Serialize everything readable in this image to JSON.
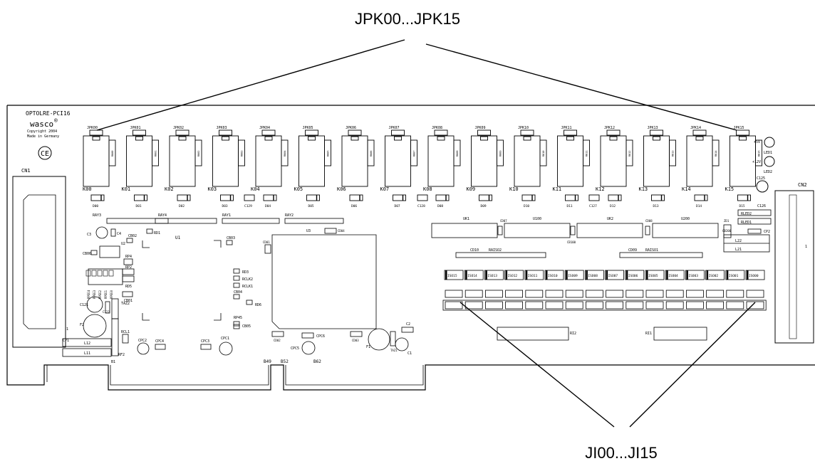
{
  "callouts": {
    "top": "JPK00...JPK15",
    "bottom": "JI00...JI15"
  },
  "board": {
    "name": "OPTOLRE-PCI16",
    "logo": "wasco",
    "copyright": "Copyright 2004",
    "made_in": "Made in Germany",
    "ce_mark": "CE"
  },
  "connectors": {
    "cn1": "CN1",
    "cn2": "CN2",
    "pin1": "1"
  },
  "channels": {
    "jumpers": [
      "JPK00",
      "JPK01",
      "JPK02",
      "JPK03",
      "JPK04",
      "JPK05",
      "JPK06",
      "JPK07",
      "JPK08",
      "JPK09",
      "JPK10",
      "JPK11",
      "JPK12",
      "JPK13",
      "JPK14",
      "JPK15"
    ],
    "relays": [
      "K00",
      "K01",
      "K02",
      "K03",
      "K04",
      "K05",
      "K06",
      "K07",
      "K08",
      "K09",
      "K10",
      "K11",
      "K12",
      "K13",
      "K14",
      "K15"
    ],
    "diodes": [
      "D00",
      "D01",
      "D02",
      "D03",
      "D04",
      "D05",
      "D06",
      "D07",
      "D08",
      "D09",
      "D10",
      "D11",
      "D12",
      "D13",
      "D14",
      "D15"
    ],
    "side_labels": [
      "RK00",
      "RK01",
      "RK02",
      "RK03",
      "RK04",
      "RK05",
      "RK06",
      "RK07",
      "RK08",
      "RK09",
      "RK10",
      "RK11",
      "RK12",
      "RK13",
      "RK14",
      "RK15"
    ],
    "isolators": [
      "ISO15",
      "ISO14",
      "ISO13",
      "ISO12",
      "ISO11",
      "ISO10",
      "ISO09",
      "ISO08",
      "ISO07",
      "ISO06",
      "ISO05",
      "ISO04",
      "ISO03",
      "ISO02",
      "ISO01",
      "ISO00"
    ]
  },
  "leds": {
    "plus5": "+5V",
    "led1": "LED1",
    "plus12": "+12V",
    "led2": "LED2"
  },
  "parts": {
    "c125": "C125",
    "c126": "C126",
    "c129": "C129",
    "c128": "C128",
    "c127": "C127",
    "ray3": "RAY3",
    "ray4": "RAY4",
    "ray1": "RAY1",
    "ray2": "RAY2",
    "uk1": "UK1",
    "u100": "U100",
    "uk2": "UK2",
    "u200": "U200",
    "cd07": "CD07",
    "cd08": "CD08",
    "cb100": "CB100",
    "zd1": "ZD1",
    "cb200": "CB200",
    "cp2": "CP2",
    "rled2": "RLED2",
    "rled1": "RLED1",
    "l22": "L22",
    "l21": "L21",
    "cd10": "CD10",
    "raiso2": "RAISO2",
    "cd09": "CD09",
    "raiso1": "RAISO1",
    "u1": "U1",
    "u2": "U2",
    "u3": "U3",
    "c3": "C3",
    "c4": "C4",
    "rd1": "RD1",
    "cb02": "CB02",
    "cb06": "CB06",
    "rp4": "RP4",
    "rp2": "RP2",
    "rd5": "RD5",
    "cb01": "CB01",
    "rpee": [
      "RPEE4",
      "RPEE3",
      "RPEE2",
      "RPEE1",
      "RPEE0"
    ],
    "c121": "C121",
    "c122": "C122",
    "taz2": "TAZ2",
    "f2": "F2",
    "rcl1": "RCL1",
    "rf2": "RF2",
    "cp1": "CP1",
    "l12": "L12",
    "l11": "L11",
    "b1": "B1",
    "cpc2": "CPC2",
    "cpc4": "CPC4",
    "cpc3": "CPC3",
    "cpc1": "CPC1",
    "cb03": "CB03",
    "rd3": "RD3",
    "rclk2": "RCLK2",
    "rclk1": "RCLK1",
    "cb04": "CB04",
    "rd6": "RD6",
    "rp45": "RP45",
    "cb05": "CB05",
    "cd01": "CD01",
    "cd04": "CD04",
    "cd02": "CD02",
    "cpc6": "CPC6",
    "cpc5": "CPC5",
    "cd03": "CD03",
    "f1": "F1",
    "taz1": "TAZ1",
    "c2": "C2",
    "c1": "C1",
    "b49": "B49",
    "b52": "B52",
    "b62": "B62",
    "ri2": "RI2",
    "ri1": "RI1"
  }
}
